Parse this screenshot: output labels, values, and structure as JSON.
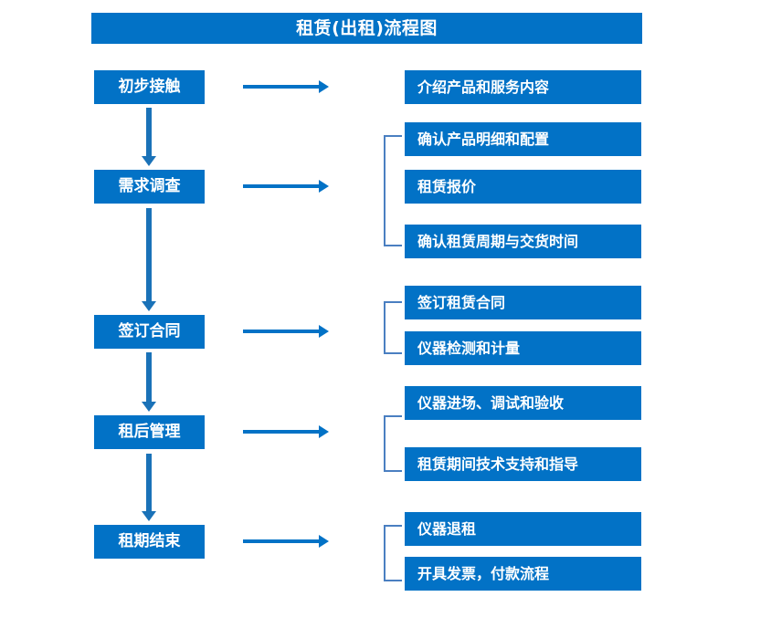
{
  "diagram": {
    "title": "租赁(出租)流程图",
    "colors": {
      "box_blue": "#0272c6",
      "arrow_blue": "#1a72b8",
      "bracket_blue": "#4a7fc1",
      "text_white": "#ffffff",
      "background": "#ffffff"
    },
    "stages": [
      {
        "label": "初步接触"
      },
      {
        "label": "需求调查"
      },
      {
        "label": "签订合同"
      },
      {
        "label": "租后管理"
      },
      {
        "label": "租期结束"
      }
    ],
    "tasks": [
      {
        "label": "介绍产品和服务内容"
      },
      {
        "label": "确认产品明细和配置"
      },
      {
        "label": "租赁报价"
      },
      {
        "label": "确认租赁周期与交货时间"
      },
      {
        "label": "签订租赁合同"
      },
      {
        "label": "仪器检测和计量"
      },
      {
        "label": "仪器进场、调试和验收"
      },
      {
        "label": "租赁期间技术支持和指导"
      },
      {
        "label": "仪器退租"
      },
      {
        "label": "开具发票，付款流程"
      }
    ]
  }
}
